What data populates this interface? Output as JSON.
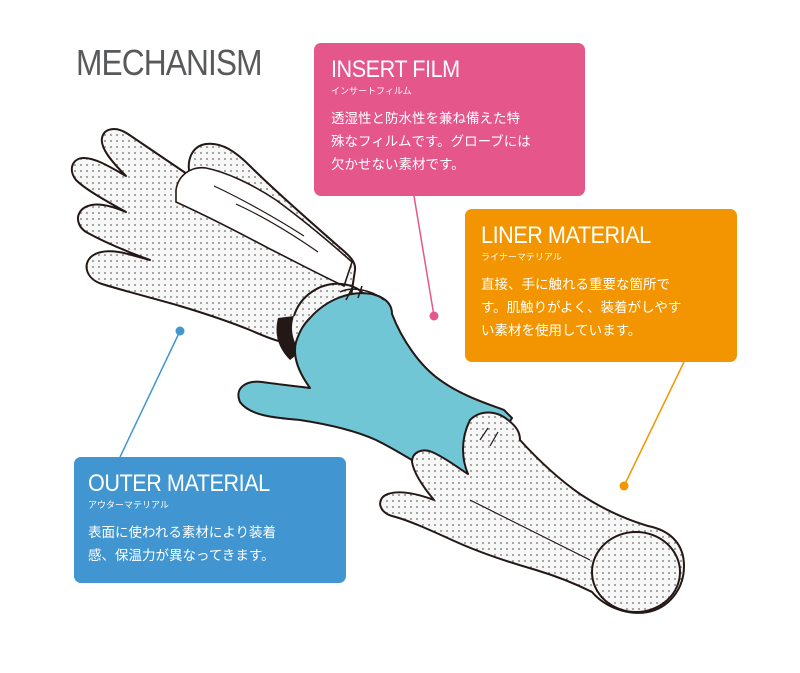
{
  "title": "MECHANISM",
  "callouts": {
    "insert_film": {
      "heading": "INSERT FILM",
      "kana": "インサートフィルム",
      "lines": [
        "透湿性と防水性を兼ね備えた特",
        "殊なフィルムです。グローブには",
        "欠かせない素材です。"
      ],
      "color": "#e5568a"
    },
    "liner_material": {
      "heading": "LINER MATERIAL",
      "kana": "ライナーマテリアル",
      "lines": [
        "直接、手に触れる重要な箇所で",
        "す。肌触りがよく、装着がしやす",
        "い素材を使用しています。"
      ],
      "color": "#f29500"
    },
    "outer_material": {
      "heading": "OUTER MATERIAL",
      "kana": "アウターマテリアル",
      "lines": [
        "表面に使われる素材により装着",
        "感、保温力が異なってきます。"
      ],
      "color": "#4196d2"
    }
  },
  "colors": {
    "liner_fill": "#71c6d5",
    "outline": "#231815",
    "glove_fill": "#f4f4f4",
    "film_fill": "#ffffff"
  }
}
